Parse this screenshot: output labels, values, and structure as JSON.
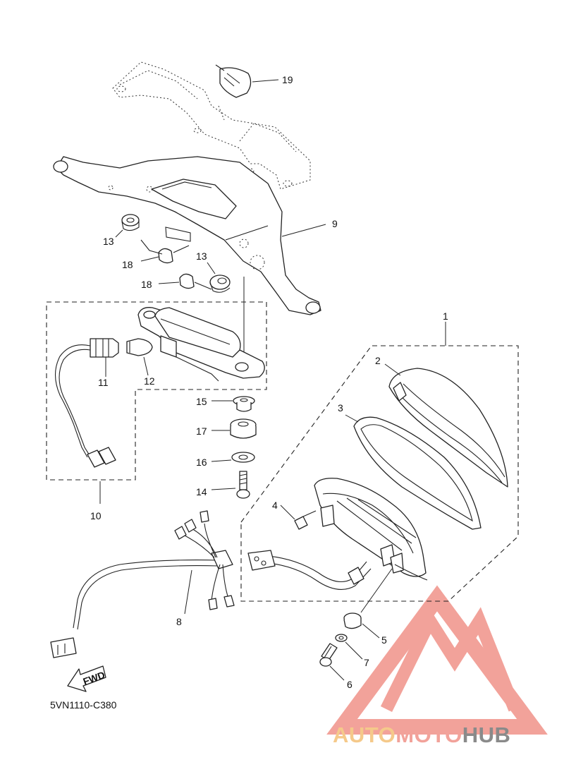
{
  "diagram_code": "5VN1110-C380",
  "fwd_label": "FWD",
  "watermark": {
    "part1": "AUTO",
    "part2": "MOTO",
    "part3": "HUB",
    "color_light": "#f5c98a",
    "color_red": "#f2a29a",
    "color_gray": "#8a8a8a"
  },
  "callouts": [
    {
      "id": "1",
      "label": "1"
    },
    {
      "id": "2",
      "label": "2"
    },
    {
      "id": "3",
      "label": "3"
    },
    {
      "id": "4",
      "label": "4"
    },
    {
      "id": "5",
      "label": "5"
    },
    {
      "id": "6",
      "label": "6"
    },
    {
      "id": "7",
      "label": "7"
    },
    {
      "id": "8",
      "label": "8"
    },
    {
      "id": "9",
      "label": "9"
    },
    {
      "id": "10",
      "label": "10"
    },
    {
      "id": "11",
      "label": "11"
    },
    {
      "id": "12",
      "label": "12"
    },
    {
      "id": "13a",
      "label": "13"
    },
    {
      "id": "13b",
      "label": "13"
    },
    {
      "id": "14",
      "label": "14"
    },
    {
      "id": "15",
      "label": "15"
    },
    {
      "id": "16",
      "label": "16"
    },
    {
      "id": "17",
      "label": "17"
    },
    {
      "id": "18a",
      "label": "18"
    },
    {
      "id": "18b",
      "label": "18"
    },
    {
      "id": "19",
      "label": "19"
    }
  ]
}
